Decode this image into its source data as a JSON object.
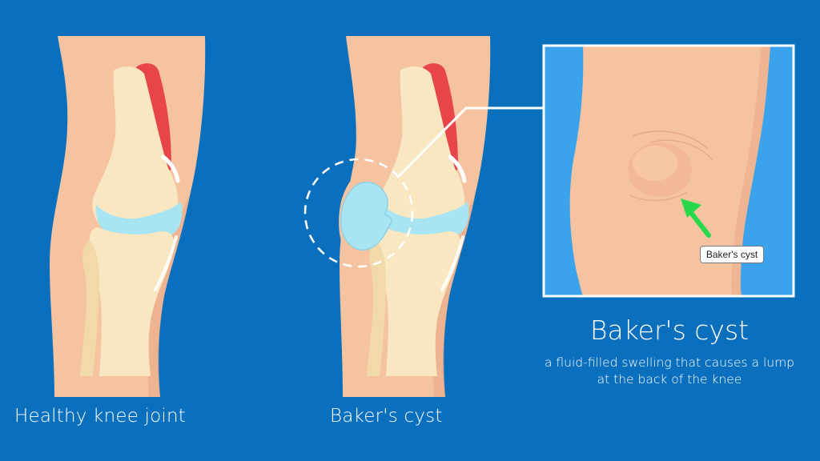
{
  "labels": {
    "healthy": "Healthy knee joint",
    "cyst": "Baker's cyst"
  },
  "info": {
    "title": "Baker's cyst",
    "description_line1": "a fluid-filled swelling that causes a lump",
    "description_line2": "at the back of the knee"
  },
  "callout": "Baker's cyst",
  "colors": {
    "background": "#0a6fbd",
    "skin": "#f6c3a0",
    "bone": "#f8e7c1",
    "cartilage": "#a9e4f2",
    "muscle": "#e8454a",
    "cyst_fluid": "#a9e4f2",
    "arrow": "#27d84b",
    "inset_side": "#3aa3ec"
  }
}
